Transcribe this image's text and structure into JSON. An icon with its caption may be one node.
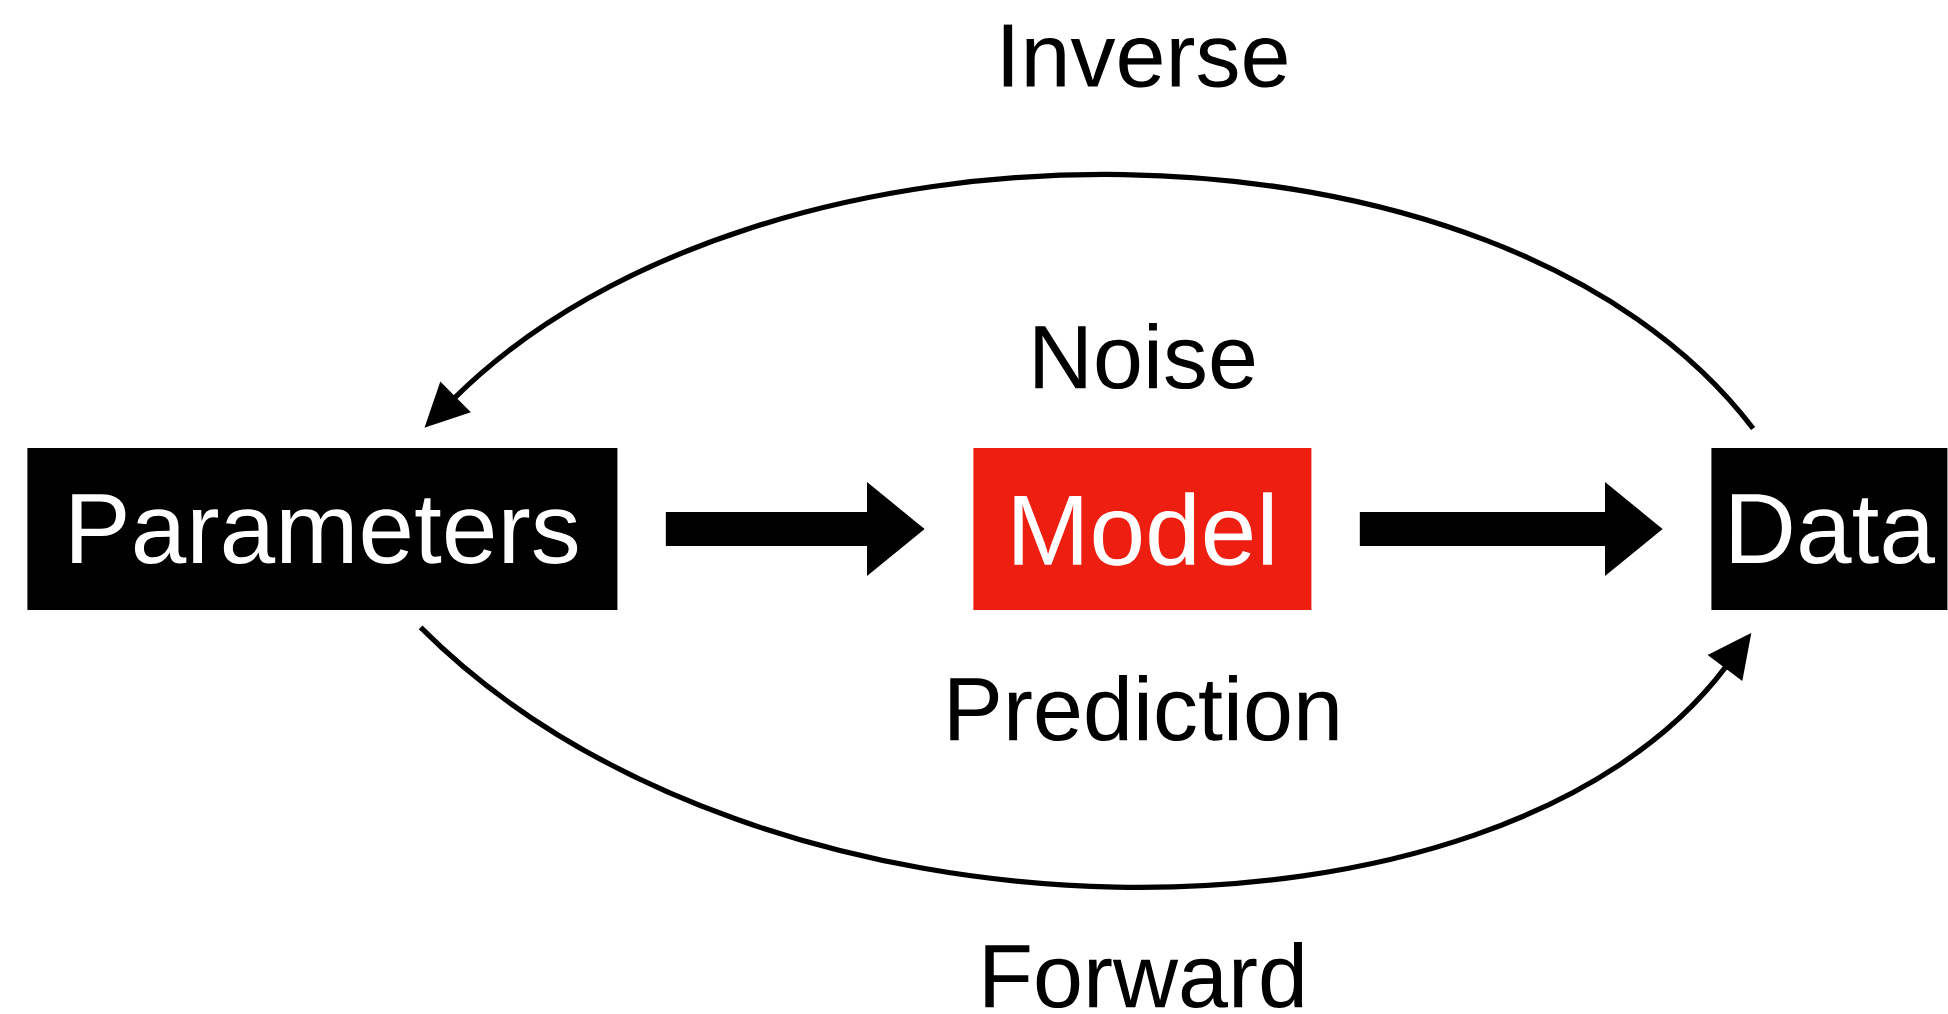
{
  "diagram": {
    "nodes": [
      {
        "text": [
          "Parameters"
        ]
      },
      {
        "text": [
          "Model"
        ],
        "beside": [
          "Noise",
          "Prediction"
        ]
      },
      {
        "text": [
          "Data"
        ]
      }
    ],
    "edges": [
      {
        "from": 0,
        "to": 1,
        "arrow": "to",
        "style": "thick"
      },
      {
        "from": 1,
        "to": 2,
        "arrow": "to",
        "style": "thick"
      },
      {
        "from": 2,
        "to": 0,
        "arrow": "to",
        "label": "Inverse"
      },
      {
        "from": 0,
        "to": 2,
        "arrow": "to",
        "label": "Forward"
      }
    ]
  }
}
